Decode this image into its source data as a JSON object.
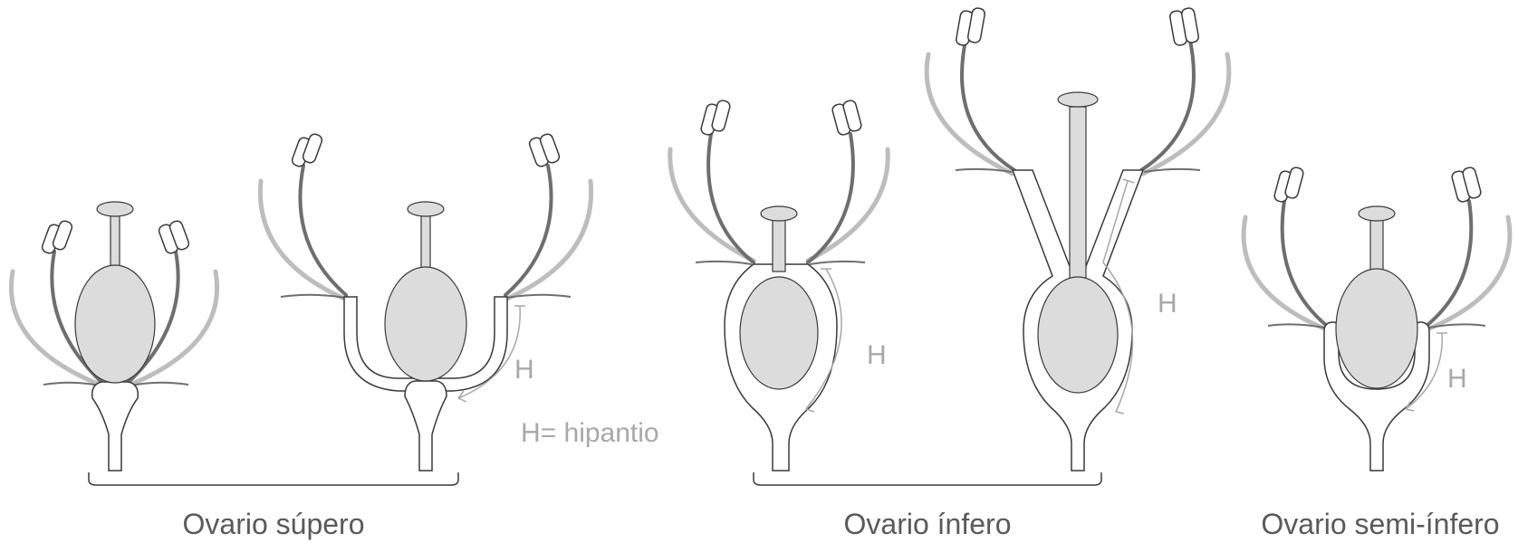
{
  "colors": {
    "outline": "#3a3a3a",
    "fill_gray": "#dcdcdc",
    "stamen_dark": "#6e6e6e",
    "petal_light": "#bdbdbd",
    "label": "#5a5a5a",
    "h_label": "#a8a8a8",
    "background": "#ffffff"
  },
  "labels": {
    "hypanthium_mark": "H",
    "legend": "H= hipantio",
    "group_superior": "Ovario súpero",
    "group_inferior": "Ovario ínfero",
    "group_semi_inferior": "Ovario semi-ínfero"
  }
}
